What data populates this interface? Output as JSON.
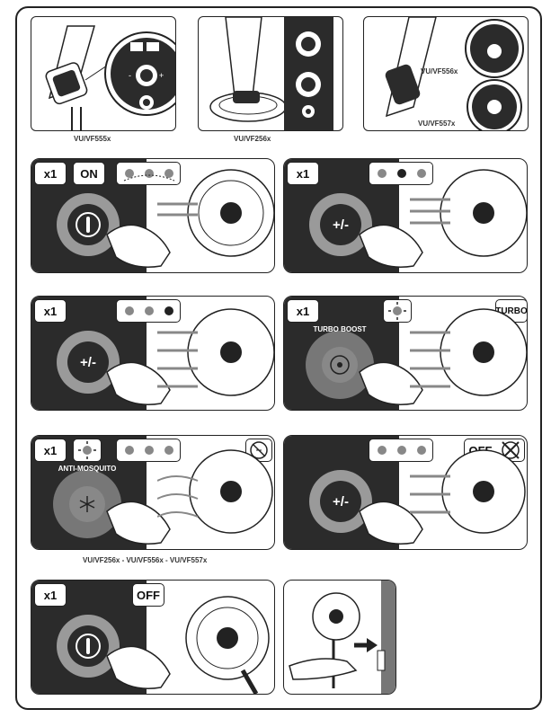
{
  "models": {
    "vf555_caption": "VU/VF555x",
    "vf256_caption": "VU/VF256x",
    "vf556_label": "VU/VF556x",
    "vf557_label": "VU/VF557x"
  },
  "steps": {
    "on": {
      "count": "x1",
      "state": "ON"
    },
    "speed_up": {
      "count": "x1",
      "button": "+/-"
    },
    "speed_max": {
      "count": "x1",
      "button": "+/-"
    },
    "turbo": {
      "count": "x1",
      "mode": "TURBO",
      "ring_label": "TURBO BOOST"
    },
    "anti_mosquito": {
      "count": "x1",
      "ring_label": "ANTI-MOSQUITO"
    },
    "off_mode": {
      "mode": "OFF",
      "button": "+/-"
    },
    "power_off": {
      "count": "x1",
      "state": "OFF"
    }
  },
  "anti_mosquito_models": "VU/VF256x - VU/VF556x - VU/VF557x",
  "icons": [
    "power-icon",
    "fan-icon",
    "hand-icon",
    "mosquito-icon",
    "sun-icon",
    "plug-icon",
    "crossed-fan-icon"
  ]
}
